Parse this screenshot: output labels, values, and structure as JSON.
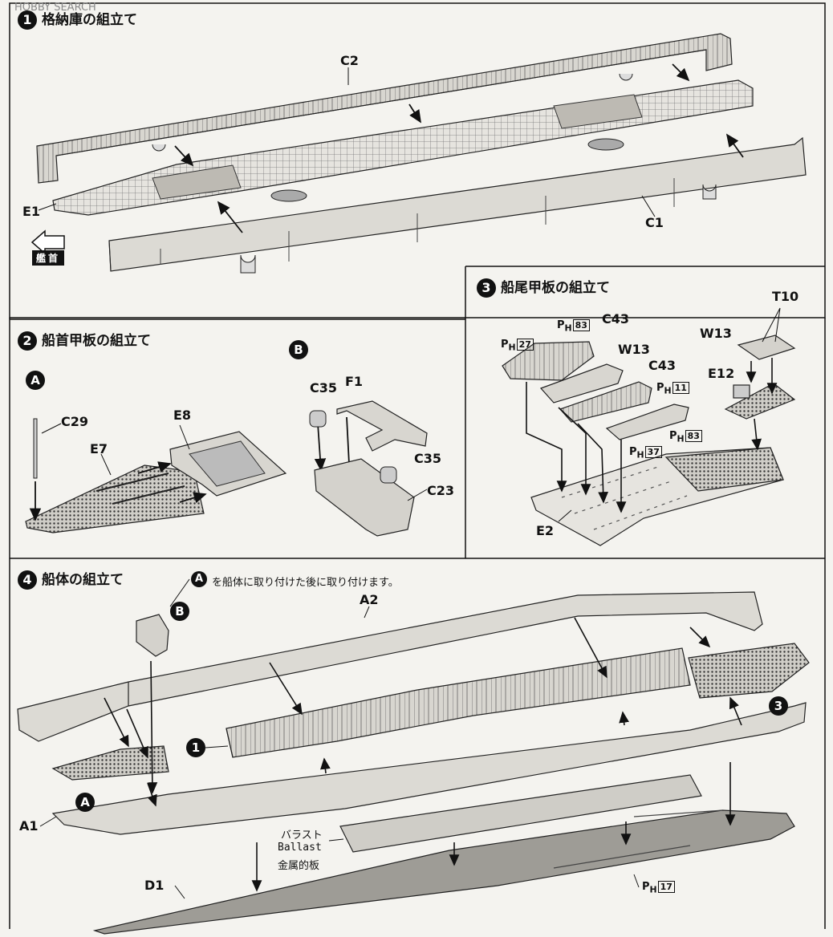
{
  "watermark": "HOBBY SEARCH",
  "step1": {
    "number": "1",
    "title": "格納庫の組立て",
    "parts": [
      "C2",
      "E1",
      "C1"
    ],
    "bow_label": "艦首"
  },
  "step2": {
    "number": "2",
    "title": "船首甲板の組立て",
    "sub_a": "A",
    "sub_b": "B",
    "parts_a": [
      "C29",
      "E8",
      "E7"
    ],
    "parts_b": [
      "C35",
      "F1",
      "C35",
      "C23"
    ]
  },
  "step3": {
    "number": "3",
    "title": "船尾甲板の組立て",
    "parts": [
      "C43",
      "W13",
      "C43",
      "W13",
      "T10",
      "E12",
      "E2"
    ],
    "ph_prefix": "P",
    "ph_sub": "H",
    "ph_numbers": [
      "83",
      "27",
      "11",
      "83",
      "37"
    ]
  },
  "step4": {
    "number": "4",
    "title": "船体の組立て",
    "note_marker": "A",
    "note": "を船体に取り付けた後に取り付けます。",
    "parts": [
      "A2",
      "A1",
      "D1"
    ],
    "markers": [
      "B",
      "1",
      "3",
      "A"
    ],
    "ballast_jp": "バラスト",
    "ballast_en": "Ballast",
    "ballast_metal": "金属的板",
    "ph_number": "17"
  }
}
